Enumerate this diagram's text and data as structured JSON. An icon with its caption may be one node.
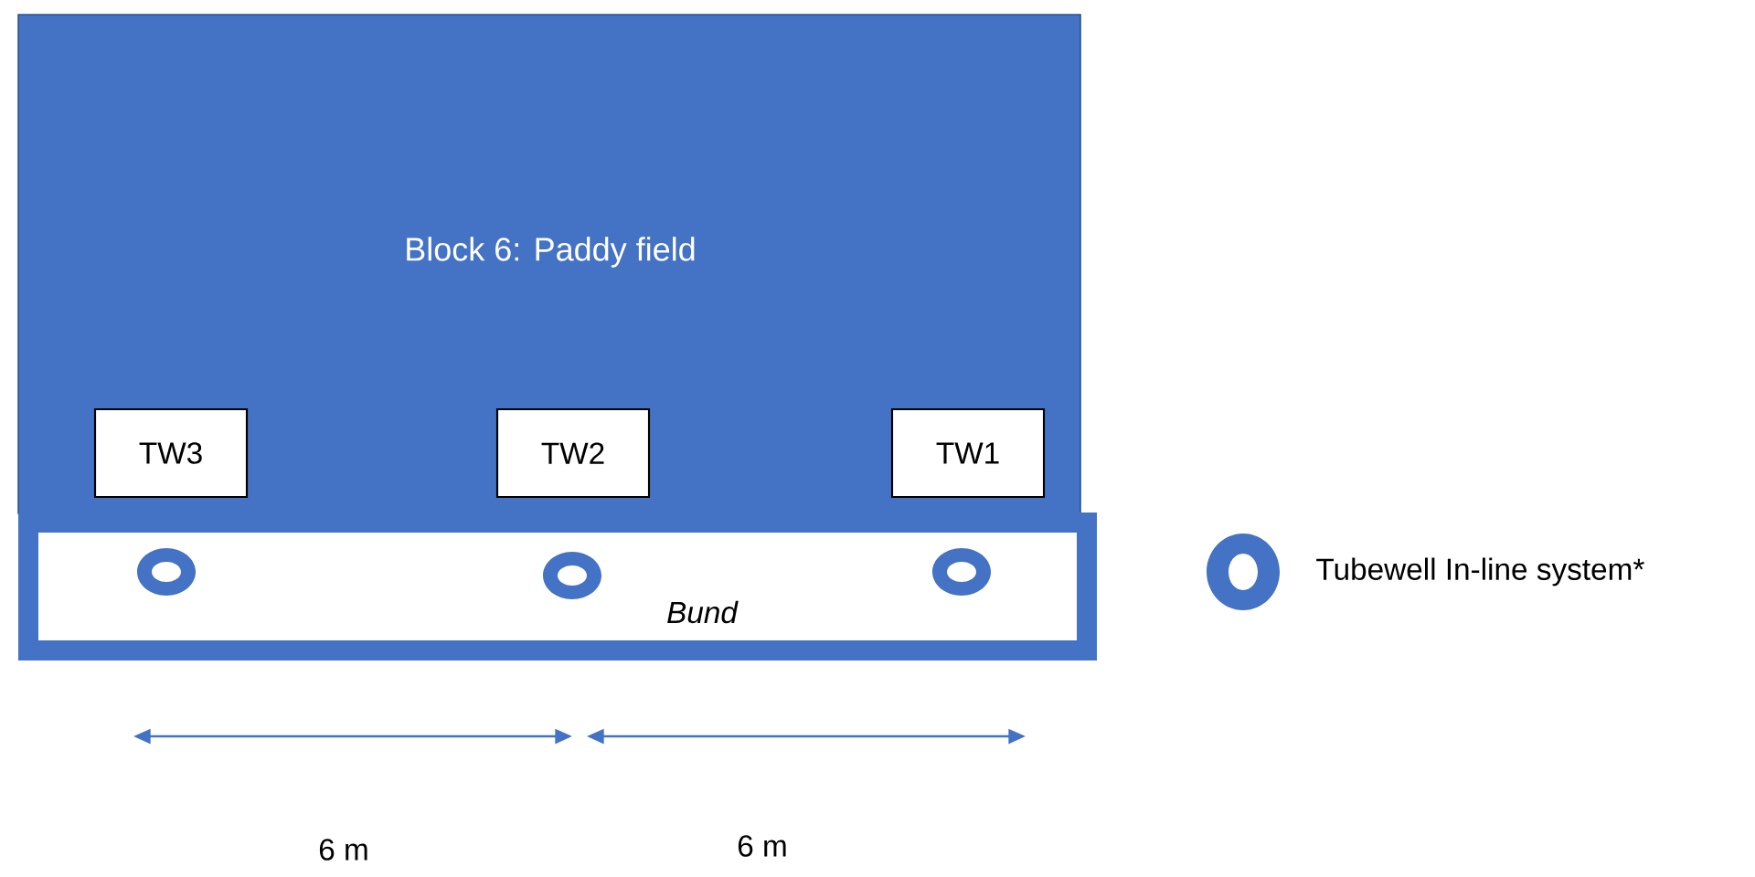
{
  "diagram": {
    "nodes": [
      {
        "text": [
          "Block 6: Paddy field"
        ]
      },
      {
        "text": [
          "TW3"
        ],
        "in": 0
      },
      {
        "text": [
          "TW2"
        ],
        "in": 0
      },
      {
        "text": [
          "TW1"
        ],
        "in": 0
      },
      {
        "text": [
          "Bund"
        ]
      }
    ],
    "labels": [
      "6 m",
      "6 m"
    ],
    "legend": [
      {
        "text": "Tubewell In-line system*"
      }
    ]
  }
}
